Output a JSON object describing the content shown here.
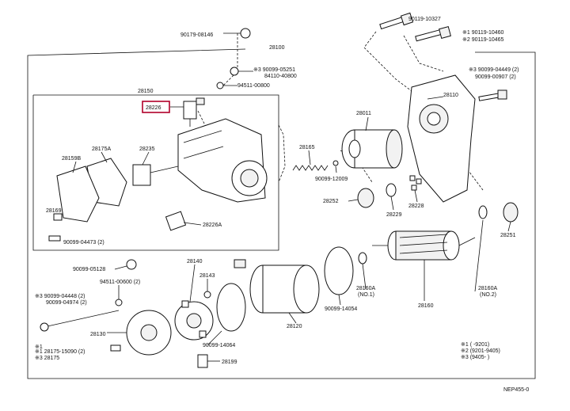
{
  "diagram_id": "NEP455-0",
  "labels": {
    "p90119_10327": "90119-10327",
    "p90119_10460": "※1  90119-10460",
    "p90119_10465": "※2  90119-10465",
    "p90179_08146": "90179-08146",
    "p28100": "28100",
    "p90099_05251": "※3  90099-05251",
    "p84110_40800": "84110-40800",
    "p94511_00800": "94511-00800",
    "p90099_04449": "※3  90099-04449 (2)",
    "p90099_00907": "90099-00907 (2)",
    "p28150": "28150",
    "p28226": "28226",
    "p28110": "28110",
    "p28011": "28011",
    "p28175a": "28175A",
    "p28235": "28235",
    "p28159b": "28159B",
    "p28165": "28165",
    "p90099_12009": "90099-12009",
    "p28169": "28169",
    "p28252": "28252",
    "p28229": "28229",
    "p28228": "28228",
    "p28226a": "28226A",
    "p90099_04473": "90099-04473 (2)",
    "p28251": "28251",
    "p90099_05128": "90099-05128",
    "p28140": "28140",
    "p94511_00600": "94511-00600 (2)",
    "p28143": "28143",
    "p90099_04448": "※3  90099-04448 (2)",
    "p90099_04974": "90099-04974 (2)",
    "p28160a1": "28160A",
    "p28160a1_no": "(NO.1)",
    "p28160a2": "28160A",
    "p28160a2_no": "(NO.2)",
    "p90099_14054": "90099-14054",
    "p28160": "28160",
    "p28130": "28130",
    "p28120": "28120",
    "p90099_14064": "90099-14064",
    "p28175_15090": "※1  28175-15090 (2)",
    "p28175": "※3  28175",
    "p28199": "28199",
    "p_mark_star1": "※1",
    "p_mark_star2": "※2",
    "p_mark_star3": "※3",
    "legend_1": "※1  (       -9201)",
    "legend_2": "※2  (9201-9405)",
    "legend_3": "※3  (9405-       )"
  }
}
